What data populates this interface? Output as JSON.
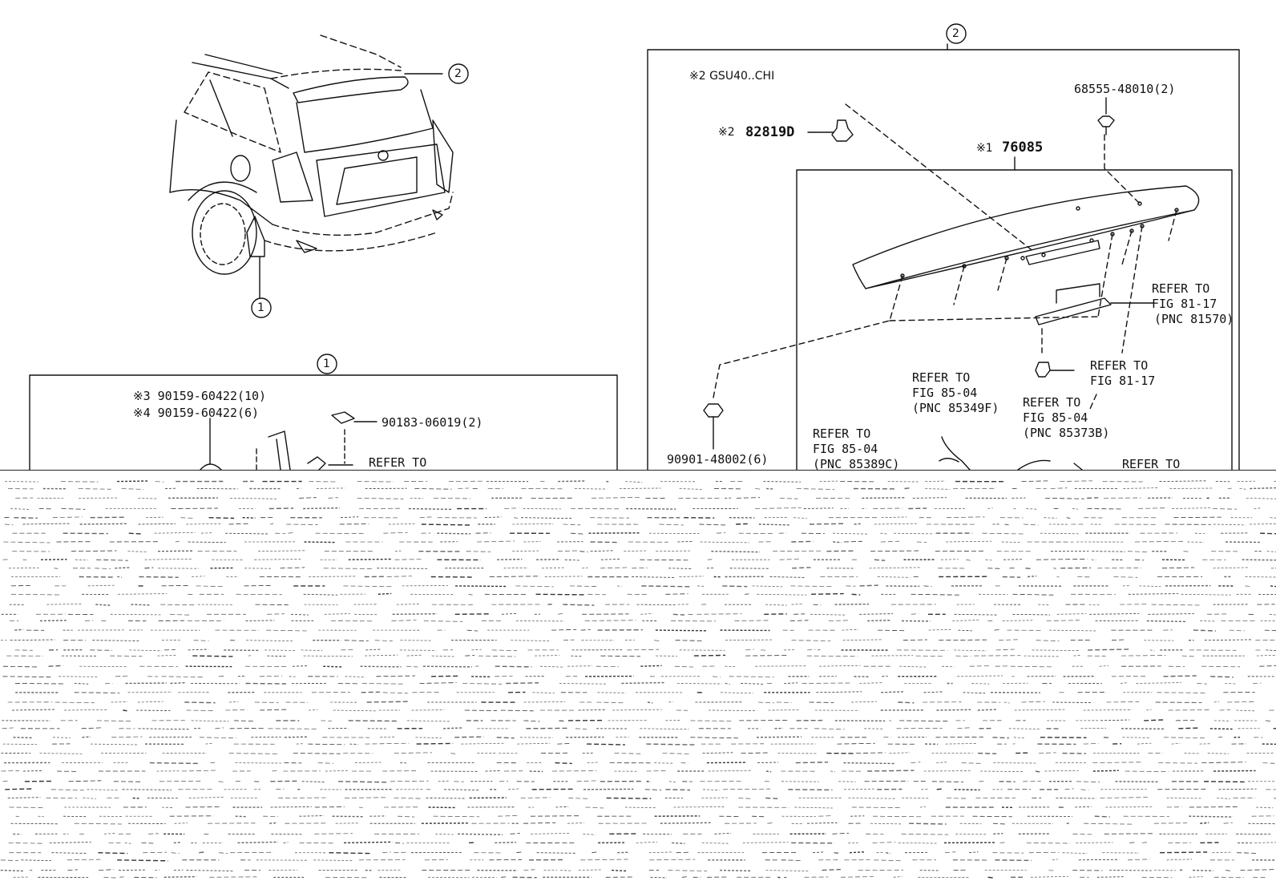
{
  "callouts": {
    "c1": "①",
    "c2": "②",
    "sec1": "①",
    "sec2": "②"
  },
  "panel2": {
    "note_gsu": "※2 GSU40..CHI",
    "part_68555": "68555-48010(2)",
    "note_82819d_mark": "※2",
    "part_82819d": "82819D",
    "note_76085_mark": "※1",
    "part_76085": "76085",
    "ref_81570_l1": "REFER TO",
    "ref_81570_l2": "FIG 81-17",
    "ref_81570_l3": "(PNC 81570)",
    "ref_8117_l1": "REFER TO",
    "ref_8117_l2": "FIG 81-17",
    "ref_85349_l1": "REFER TO",
    "ref_85349_l2": "FIG 85-04",
    "ref_85349_l3": "(PNC 85349F)",
    "ref_85373_l1": "REFER TO",
    "ref_85373_l2": "FIG 85-04",
    "ref_85373_l3": "(PNC 85373B)",
    "ref_85389_l1": "REFER TO",
    "ref_85389_l2": "FIG 85-04",
    "ref_85389_l3": "(PNC 85389C)",
    "ref_bottom": "REFER TO",
    "part_90901": "90901-48002(6)"
  },
  "panel1": {
    "note3": "※3 90159-60422(10)",
    "note4": "※4 90159-60422(6)",
    "part_90183": "90183-06019(2)",
    "ref": "REFER TO"
  }
}
